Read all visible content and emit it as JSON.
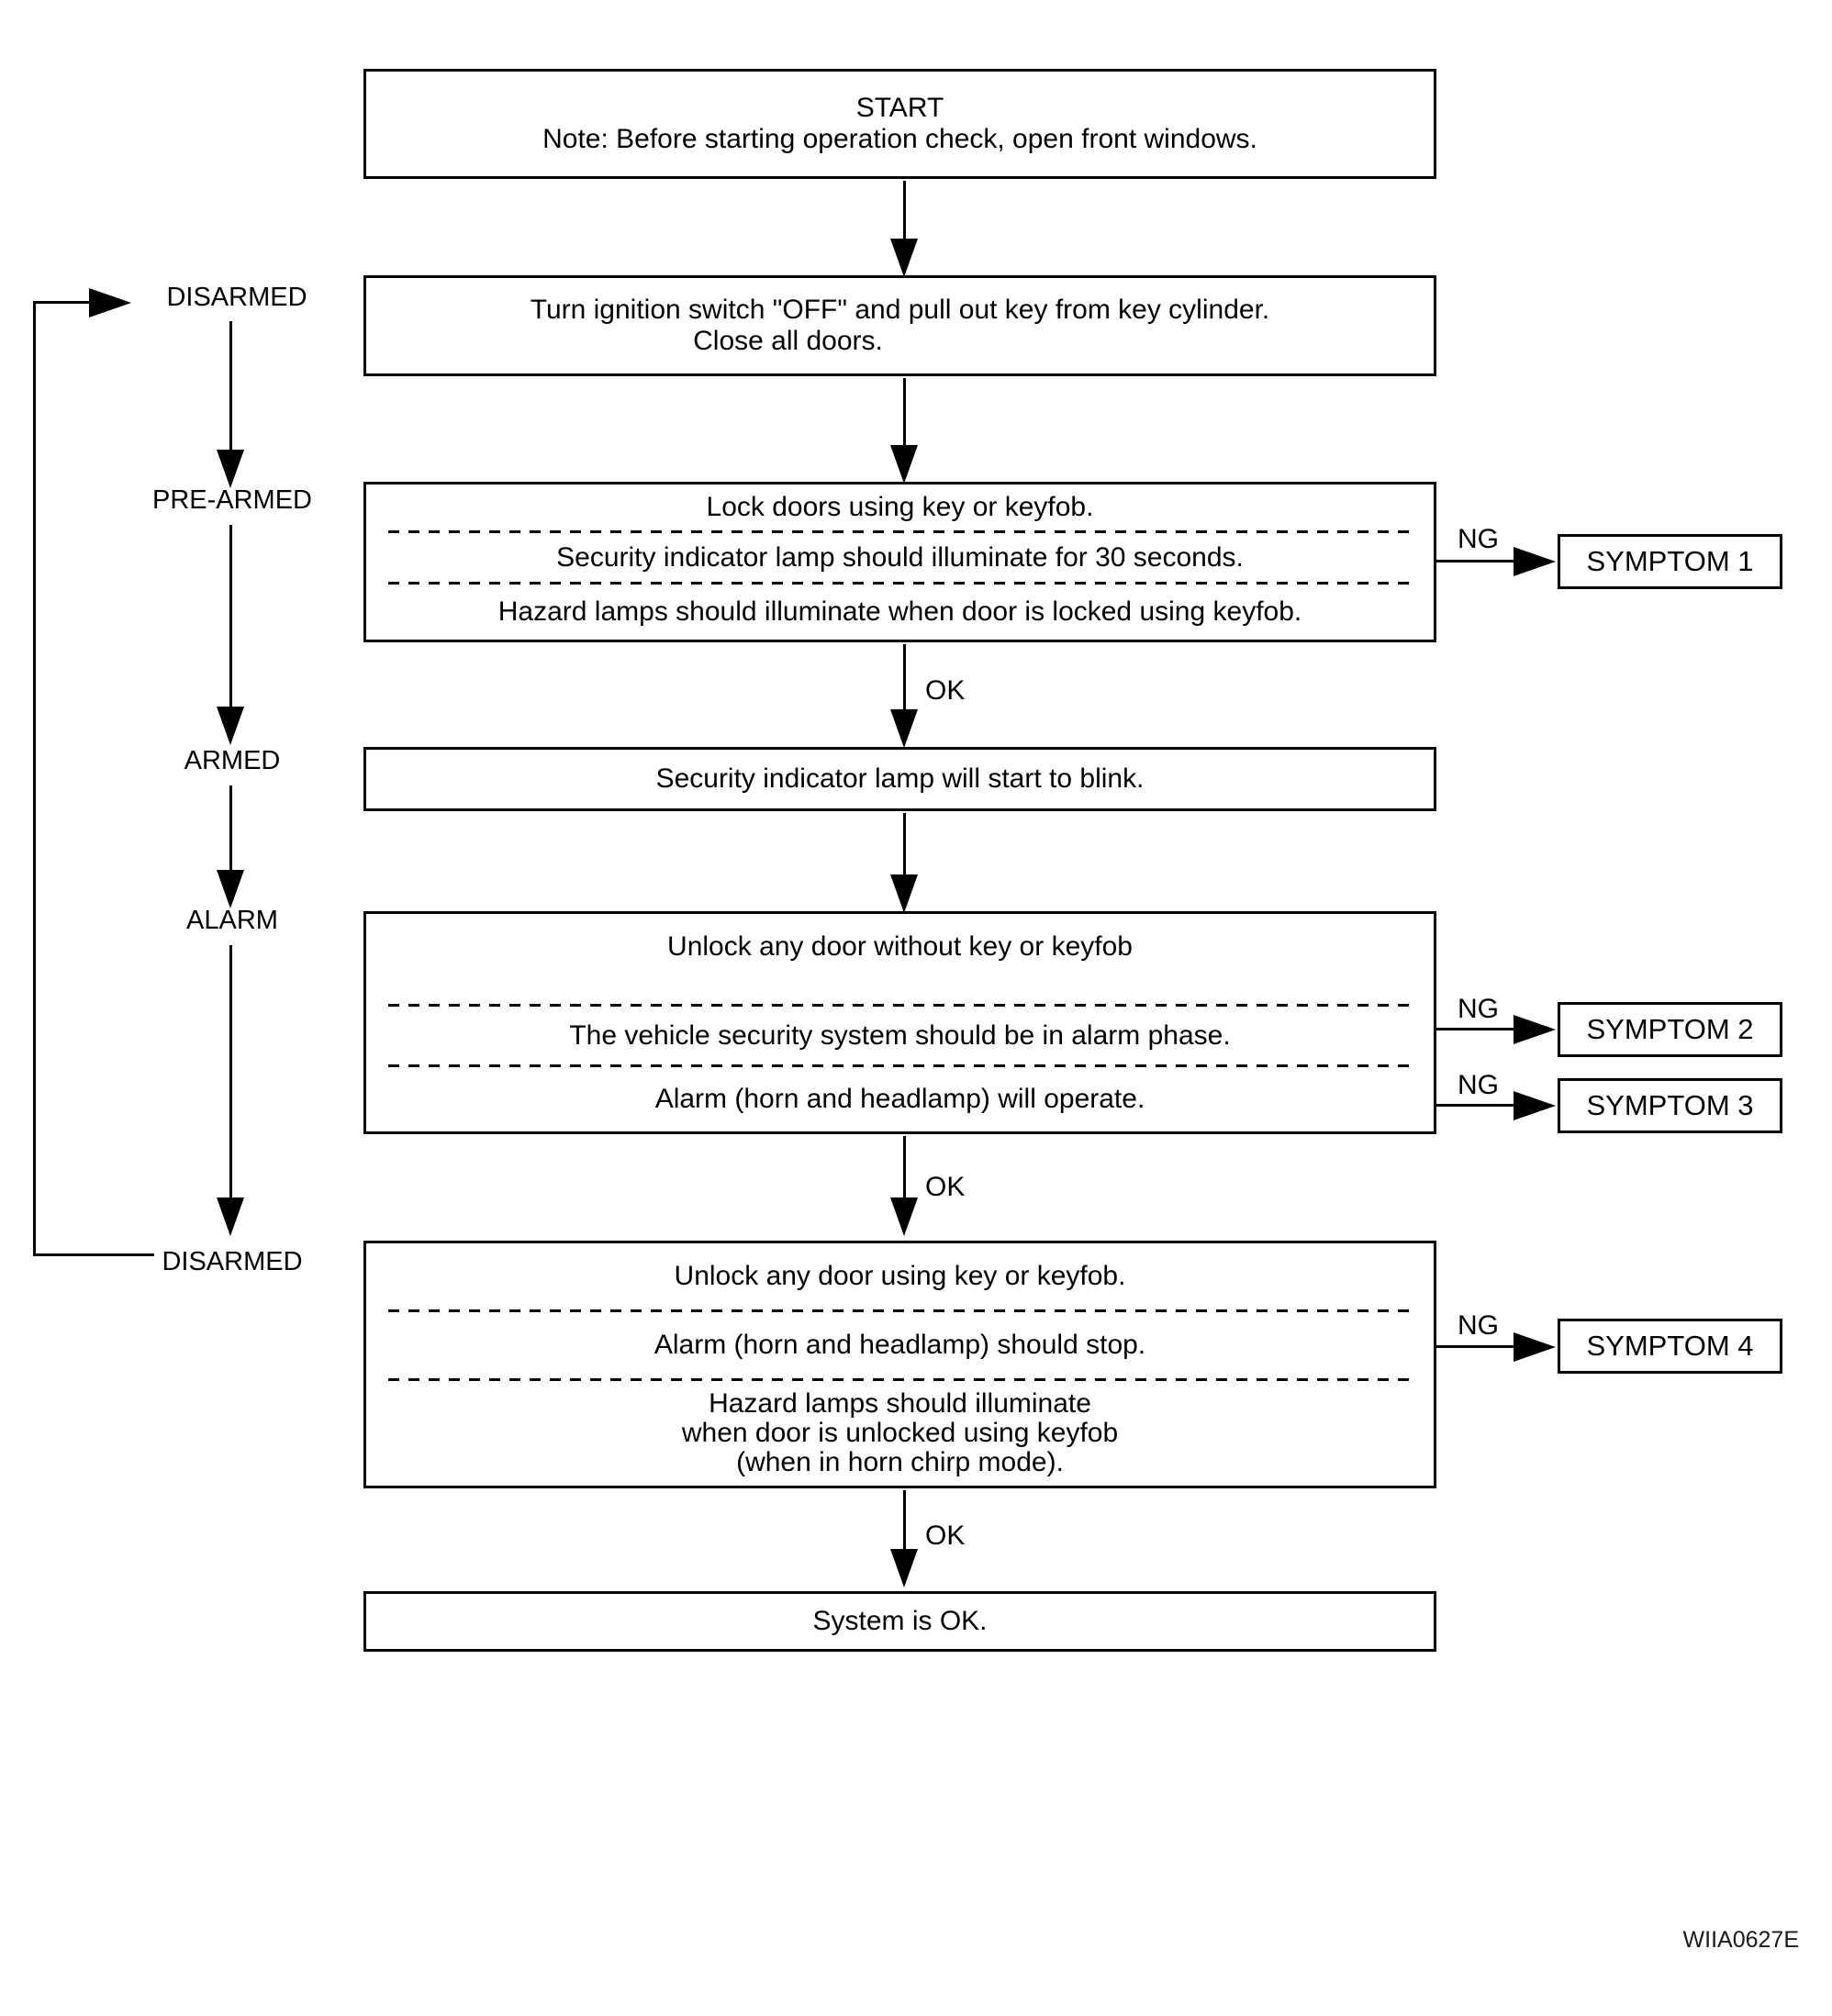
{
  "diagram": {
    "figure_code": "WIIA0627E",
    "states": {
      "disarmed_top": "DISARMED",
      "pre_armed": "PRE-ARMED",
      "armed": "ARMED",
      "alarm": "ALARM",
      "disarmed_bottom": "DISARMED"
    },
    "labels": {
      "ok": "OK",
      "ng": "NG"
    },
    "boxes": {
      "start": {
        "title": "START",
        "note": "Note: Before starting operation check, open front windows."
      },
      "ignition": {
        "line1": "Turn ignition switch \"OFF\" and pull out key from key cylinder.",
        "line2": "Close all doors."
      },
      "lock": {
        "step1": "Lock doors using key or keyfob.",
        "step2": "Security indicator lamp should illuminate for 30 seconds.",
        "step3": "Hazard lamps should illuminate when door is locked using keyfob."
      },
      "blink": {
        "text": "Security indicator lamp will start to blink."
      },
      "alarm_phase": {
        "step1": "Unlock any door without key or keyfob",
        "step2": "The vehicle security system should be in alarm phase.",
        "step3": "Alarm (horn and headlamp) will operate."
      },
      "disarm": {
        "step1": "Unlock any door using key or keyfob.",
        "step2": "Alarm (horn and headlamp) should stop.",
        "step3_line1": "Hazard lamps should illuminate",
        "step3_line2": "when door is unlocked using keyfob",
        "step3_line3": "(when in horn chirp mode)."
      },
      "system_ok": {
        "text": "System is OK."
      }
    },
    "symptoms": [
      "SYMPTOM 1",
      "SYMPTOM 2",
      "SYMPTOM 3",
      "SYMPTOM 4"
    ]
  }
}
